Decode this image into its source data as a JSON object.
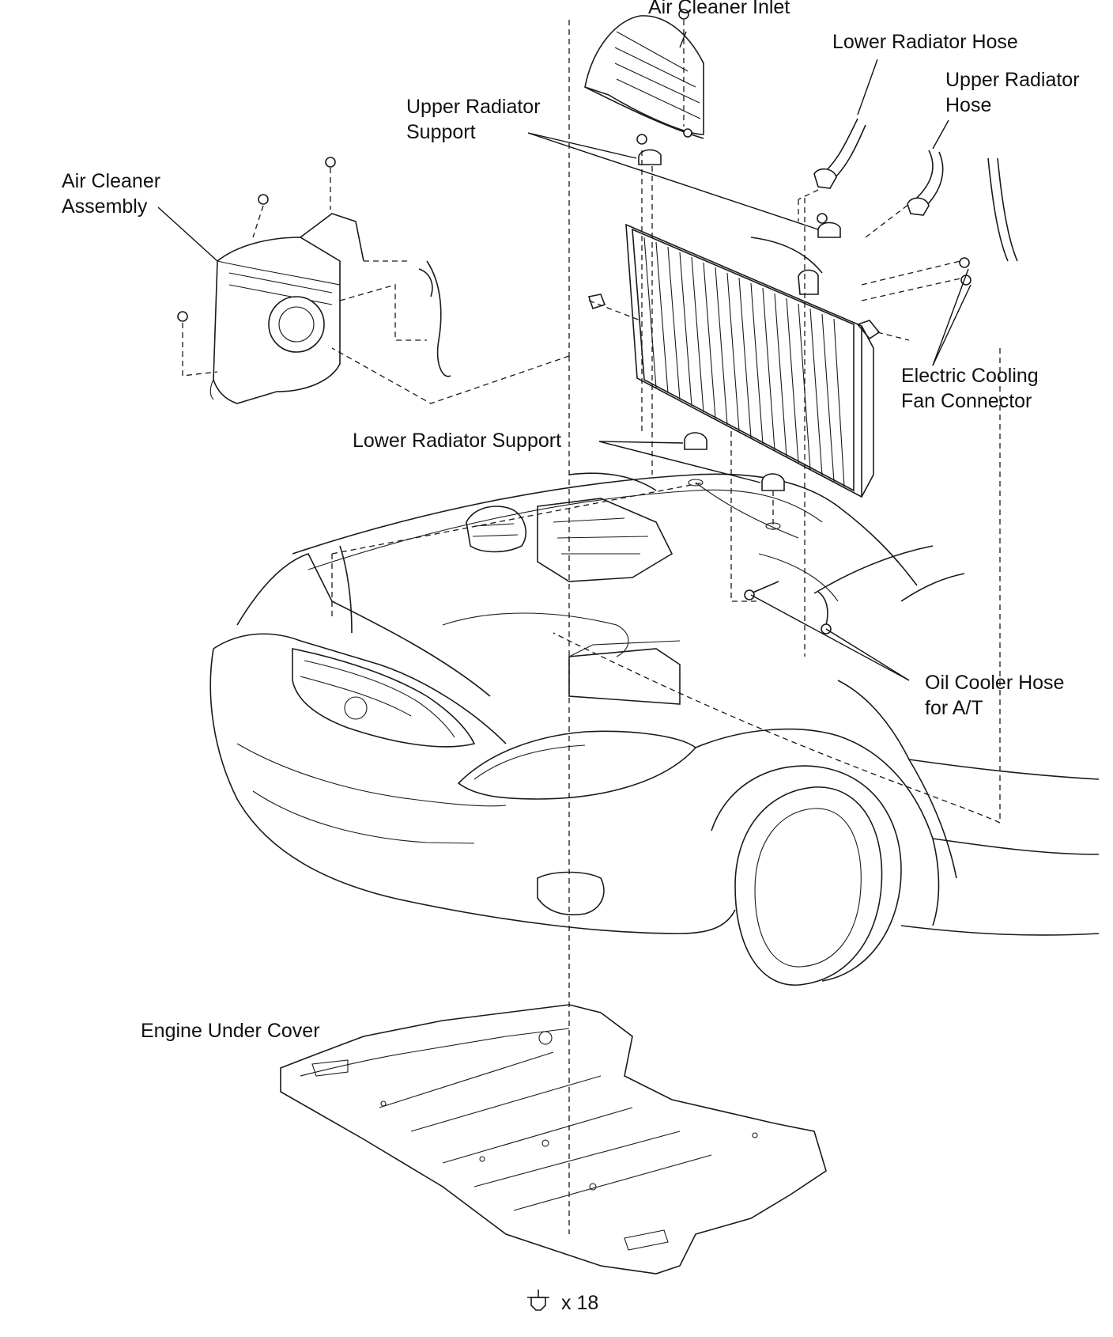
{
  "labels": {
    "air_cleaner_inlet": "Air Cleaner Inlet",
    "lower_radiator_hose": "Lower Radiator Hose",
    "upper_radiator_hose": [
      "Upper Radiator",
      "Hose"
    ],
    "upper_radiator_support": [
      "Upper Radiator",
      "Support"
    ],
    "air_cleaner_assembly": [
      "Air Cleaner",
      "Assembly"
    ],
    "electric_cooling_fan_connector": [
      "Electric Cooling",
      "Fan Connector"
    ],
    "lower_radiator_support": "Lower Radiator Support",
    "oil_cooler_hose": [
      "Oil Cooler Hose",
      "for A/T"
    ],
    "engine_under_cover": "Engine Under Cover",
    "bolt_count": "x 18"
  },
  "icons": {
    "bolt": "bolt-icon"
  }
}
